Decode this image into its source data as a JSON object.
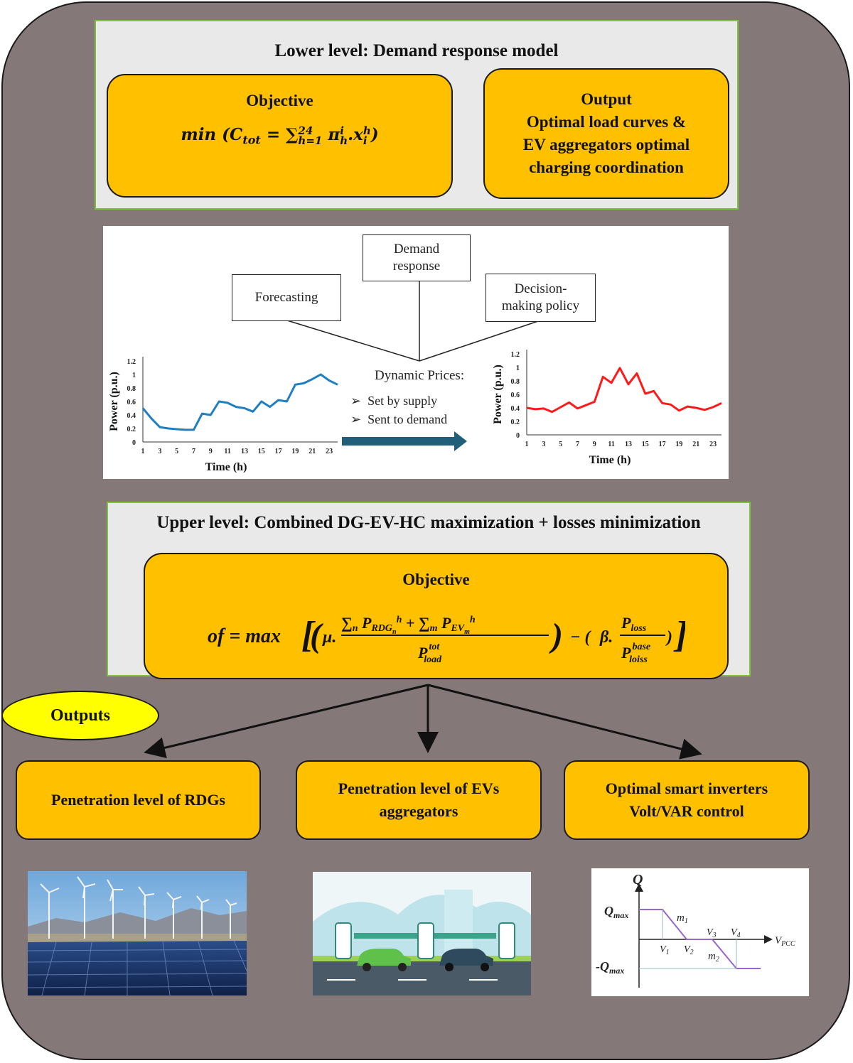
{
  "lower": {
    "title": "Lower level: Demand response model",
    "objective_title": "Objective",
    "output_title": "Output",
    "output_lines": [
      "Optimal load curves &",
      "EV aggregators optimal",
      "charging coordination"
    ]
  },
  "process": {
    "boxes": [
      "Forecasting",
      "Demand response",
      "Decision-making policy"
    ],
    "prices_title": "Dynamic Prices:",
    "prices_items": [
      "Set by supply",
      "Sent to demand"
    ]
  },
  "chart_data": [
    {
      "type": "line",
      "color": "#1f7fc4",
      "xlabel": "Time (h)",
      "ylabel": "Power (p.u.)",
      "ylim": [
        0,
        1.2
      ],
      "yticks": [
        "0",
        "0.2",
        "0.4",
        "0.6",
        "0.8",
        "1",
        "1.2"
      ],
      "xticks": [
        "1",
        "3",
        "5",
        "7",
        "9",
        "11",
        "13",
        "15",
        "17",
        "19",
        "21",
        "23"
      ],
      "x": [
        1,
        2,
        3,
        4,
        5,
        6,
        7,
        8,
        9,
        10,
        11,
        12,
        13,
        14,
        15,
        16,
        17,
        18,
        19,
        20,
        21,
        22,
        23,
        24
      ],
      "values": [
        0.5,
        0.35,
        0.22,
        0.2,
        0.19,
        0.18,
        0.18,
        0.42,
        0.4,
        0.6,
        0.58,
        0.52,
        0.5,
        0.45,
        0.6,
        0.52,
        0.62,
        0.6,
        0.85,
        0.87,
        0.93,
        1.0,
        0.91,
        0.85
      ]
    },
    {
      "type": "line",
      "color": "#ff1a1a",
      "xlabel": "Time (h)",
      "ylabel": "Power (p.u.)",
      "ylim": [
        0,
        1.2
      ],
      "yticks": [
        "0",
        "0.2",
        "0.4",
        "0.6",
        "0.8",
        "1",
        "1.2"
      ],
      "xticks": [
        "1",
        "3",
        "5",
        "7",
        "9",
        "11",
        "13",
        "15",
        "17",
        "19",
        "21",
        "23"
      ],
      "x": [
        1,
        2,
        3,
        4,
        5,
        6,
        7,
        8,
        9,
        10,
        11,
        12,
        13,
        14,
        15,
        16,
        17,
        18,
        19,
        20,
        21,
        22,
        23,
        24
      ],
      "values": [
        0.4,
        0.38,
        0.39,
        0.34,
        0.41,
        0.48,
        0.39,
        0.44,
        0.49,
        0.86,
        0.77,
        0.99,
        0.75,
        0.91,
        0.61,
        0.65,
        0.47,
        0.45,
        0.36,
        0.42,
        0.4,
        0.37,
        0.41,
        0.47
      ]
    }
  ],
  "upper": {
    "title": "Upper level: Combined DG-EV-HC maximization + losses minimization",
    "objective_title": "Objective"
  },
  "outputs": {
    "label": "Outputs",
    "items": [
      [
        "Penetration level of RDGs"
      ],
      [
        "Penetration level of EVs",
        "aggregators"
      ],
      [
        "Optimal smart inverters",
        "Volt/VAR control"
      ]
    ]
  },
  "qv": {
    "q_axis": "Q",
    "v_axis": "V",
    "v_axis_sub": "PCC",
    "qmax": "Q",
    "qmax_sub": "max",
    "neg_qmax": "-Q",
    "slope1": "m",
    "slope1_sub": "1",
    "slope2": "m",
    "slope2_sub": "2",
    "v_labels": [
      "V",
      "V",
      "V",
      "V"
    ],
    "v_subs": [
      "1",
      "2",
      "3",
      "4"
    ]
  },
  "colors": {
    "background": "#857878",
    "panel": "#e9e9e9",
    "panel_border": "#7fc241",
    "box": "#ffc000",
    "ellipse": "#ffff00",
    "arrow": "#1f5f7a",
    "droop": "#9966cc"
  }
}
